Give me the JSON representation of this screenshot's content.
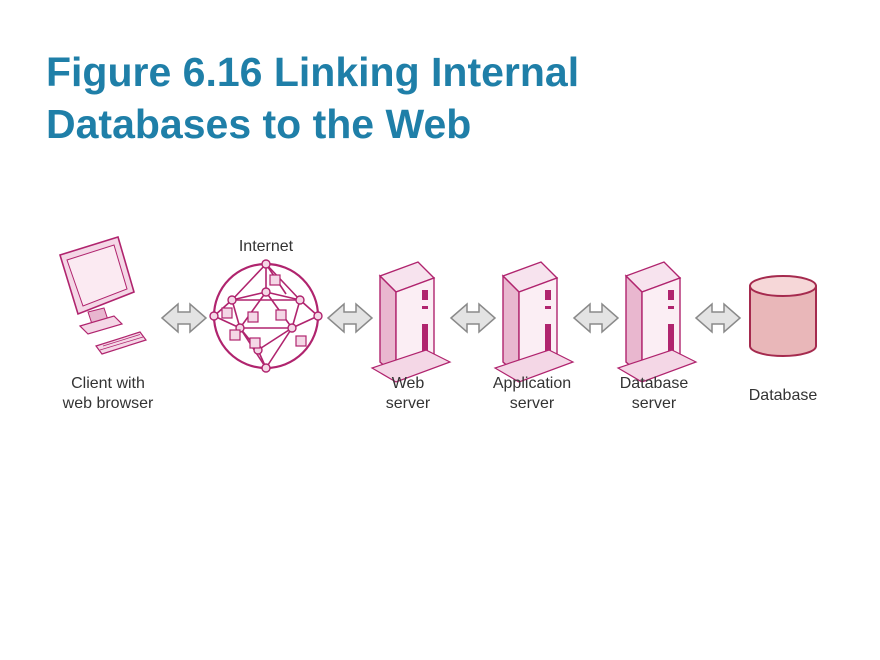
{
  "title_line1": "Figure 6.16 Linking Internal",
  "title_line2": "Databases to the Web",
  "diagram": {
    "internet_label": "Internet",
    "nodes": [
      {
        "line1": "Client with",
        "line2": "web browser"
      },
      {
        "line1": "Web",
        "line2": "server"
      },
      {
        "line1": "Application",
        "line2": "server"
      },
      {
        "line1": "Database",
        "line2": "server"
      },
      {
        "line1": "Database",
        "line2": ""
      }
    ]
  },
  "colors": {
    "title": "#1f7fa8",
    "accent": "#b0246e",
    "accent_light": "#f4d7e6",
    "arrow_fill": "#e3e3e3",
    "arrow_stroke": "#8a8a8a",
    "db_fill": "#e9b7b9",
    "db_stroke": "#a52a4e"
  },
  "icons": [
    "monitor-icon",
    "internet-network-icon",
    "server-icon",
    "database-cylinder-icon",
    "double-arrow-icon"
  ]
}
